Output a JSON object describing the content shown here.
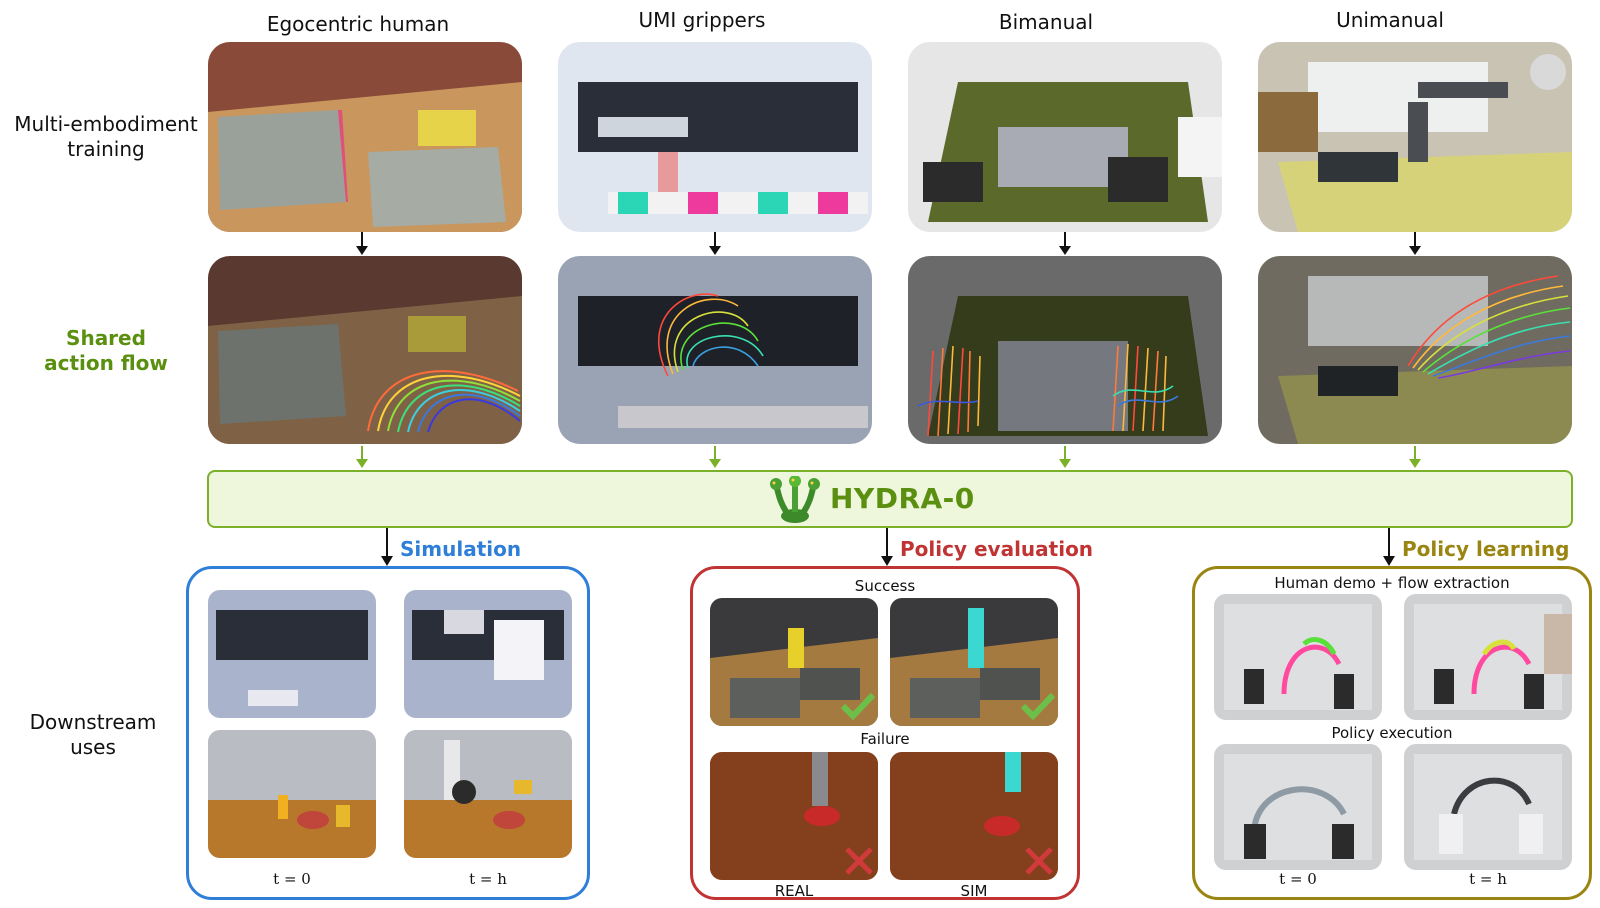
{
  "columns": [
    "Egocentric human",
    "UMI grippers",
    "Bimanual",
    "Unimanual"
  ],
  "rows": {
    "training": "Multi-embodiment\ntraining",
    "flow": "Shared\naction flow",
    "downstream": "Downstream\nuses"
  },
  "model_name": "HYDRA-0",
  "uses": {
    "simulation": "Simulation",
    "policy_evaluation": "Policy evaluation",
    "policy_learning": "Policy learning"
  },
  "simulation_panel": {
    "t0": "t = 0",
    "th": "t = h"
  },
  "evaluation_panel": {
    "success": "Success",
    "failure": "Failure",
    "real": "REAL",
    "sim": "SIM"
  },
  "learning_panel": {
    "demo": "Human demo + flow extraction",
    "execution": "Policy execution",
    "t0": "t = 0",
    "th": "t = h"
  },
  "colors": {
    "green": "#5a8f10",
    "blue": "#2f7fd8",
    "red": "#c03434",
    "olive": "#9a8512"
  }
}
